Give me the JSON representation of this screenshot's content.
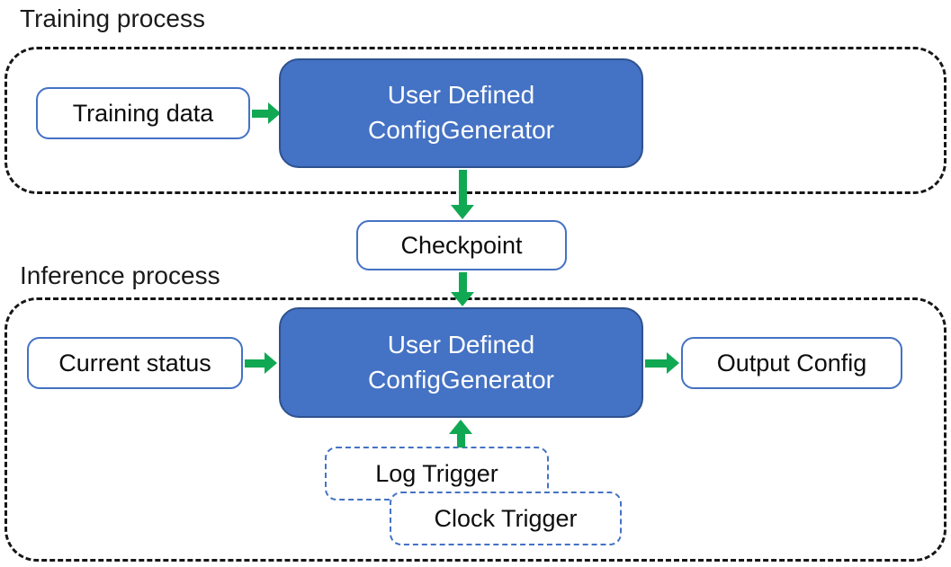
{
  "diagram": {
    "colors": {
      "accent_blue": "#4472C4",
      "accent_blue_dark": "#2F528F",
      "arrow_green": "#11A853",
      "container_dash": "#161616"
    },
    "training": {
      "label": "Training process",
      "input_box": "Training data",
      "generator_line1": "User Defined",
      "generator_line2": "ConfigGenerator"
    },
    "checkpoint": {
      "label": "Checkpoint"
    },
    "inference": {
      "label": "Inference process",
      "input_box": "Current status",
      "generator_line1": "User Defined",
      "generator_line2": "ConfigGenerator",
      "output_box": "Output Config",
      "log_trigger": "Log Trigger",
      "clock_trigger": "Clock Trigger"
    }
  }
}
